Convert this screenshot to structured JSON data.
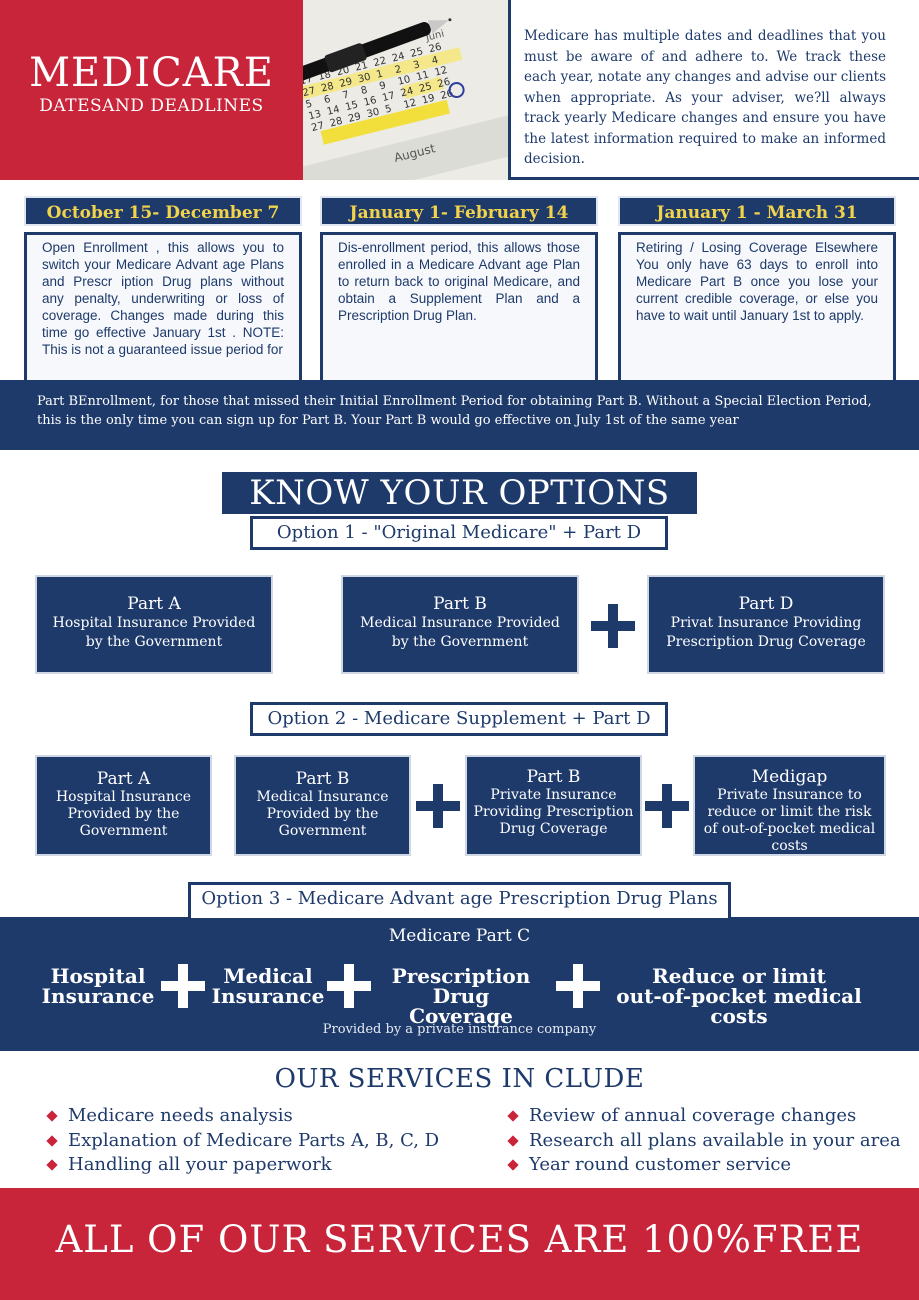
{
  "header": {
    "title": "MEDICARE",
    "subtitle": "DATESAND DEADLINES",
    "intro": "Medicare has multiple dates and deadlines that you must be aware of and adhere to. We track these each year, notate any changes and advise our clients when appropriate. As your adviser, we?ll always track yearly Medicare changes and ensure you have the latest information required to make an informed decision.",
    "photo": {
      "icon": "calendar-with-pen-photo",
      "month_top": "Juni",
      "month_bottom": "August",
      "days": [
        "17",
        "18",
        "20",
        "21",
        "22",
        "24",
        "25",
        "26",
        "27",
        "28",
        "29",
        "30",
        "1",
        "2",
        "3",
        "4",
        "5",
        "6",
        "7",
        "8",
        "9",
        "10",
        "11",
        "12",
        "13",
        "14",
        "15",
        "16",
        "17",
        "24",
        "25",
        "26",
        "27",
        "28",
        "29",
        "30",
        "5",
        "12",
        "19",
        "26"
      ]
    }
  },
  "deadlines": [
    {
      "title": "October 15- December 7",
      "body": "Open Enrollment , this allows you to switch your Medicare Advant age Plans and Prescr iption Drug plans without any penalty, underwriting or loss of coverage. Changes made during this time go effective January 1st . NOTE: This is not a guaranteed issue period for"
    },
    {
      "title": "January 1- February 14",
      "body": "Dis-enrollment period, this allows those enrolled in a Medicare Advant age Plan to return back to original Medicare, and obtain a Supplement Plan and a Prescription Drug Plan."
    },
    {
      "title": "January 1 - March 31",
      "body": "Retiring / Losing Coverage Elsewhere You only have 63 days to enroll into Medicare Part B once you lose your current credible coverage, or else you have to wait until January 1st to apply."
    }
  ],
  "partb_band": "Part BEnrollment, for those that missed their Initial Enrollment Period for obtaining Part B. Without a Special Election Period, this is the only time you can sign up for Part B. Your Part B would go effective on July 1st of the same year",
  "options_heading": "KNOW YOUR OPTIONS",
  "option1": {
    "label": "Option 1 - \"Original Medicare\" + Part D",
    "boxes": [
      {
        "title": "Part A",
        "desc": "Hospital Insurance Provided by the Government"
      },
      {
        "title": "Part B",
        "desc": "Medical Insurance Provided by the Government"
      },
      {
        "title": "Part D",
        "desc": "Privat Insurance Providing Prescription Drug Coverage"
      }
    ]
  },
  "option2": {
    "label": "Option 2 - Medicare Supplement + Part D",
    "boxes": [
      {
        "title": "Part A",
        "desc": "Hospital Insurance Provided by the Government"
      },
      {
        "title": "Part B",
        "desc": "Medical Insurance Provided by the Government"
      },
      {
        "title": "Part B",
        "desc": "Private Insurance Providing Prescription Drug Coverage"
      },
      {
        "title": "Medigap",
        "desc": "Private Insurance to reduce or limit the risk of out-of-pocket medical costs"
      }
    ]
  },
  "option3": {
    "label": "Option 3 - Medicare Advant age Prescription Drug Plans",
    "heading": "Medicare Part C",
    "items": [
      {
        "line1": "Hospital",
        "line2": "Insurance"
      },
      {
        "line1": "Medical",
        "line2": "Insurance"
      },
      {
        "line1": "Prescription",
        "line2": "Drug Coverage"
      },
      {
        "line1": "Reduce or limit",
        "line2": "out-of-pocket medical costs"
      }
    ],
    "footnote": "Provided by a private insurance company"
  },
  "services": {
    "title": "OUR SERVICES IN CLUDE",
    "left": [
      "Medicare needs analysis",
      "Explanation of Medicare Parts A, B, C, D",
      "Handling all your paperwork"
    ],
    "right": [
      "Review of annual coverage changes",
      "Research all plans available in your area",
      "Year round customer service"
    ]
  },
  "footer": "ALL OF OUR SERVICES ARE 100%FREE",
  "colors": {
    "navy": "#1e3a6b",
    "red": "#c8243a",
    "gold": "#f2d34a"
  }
}
